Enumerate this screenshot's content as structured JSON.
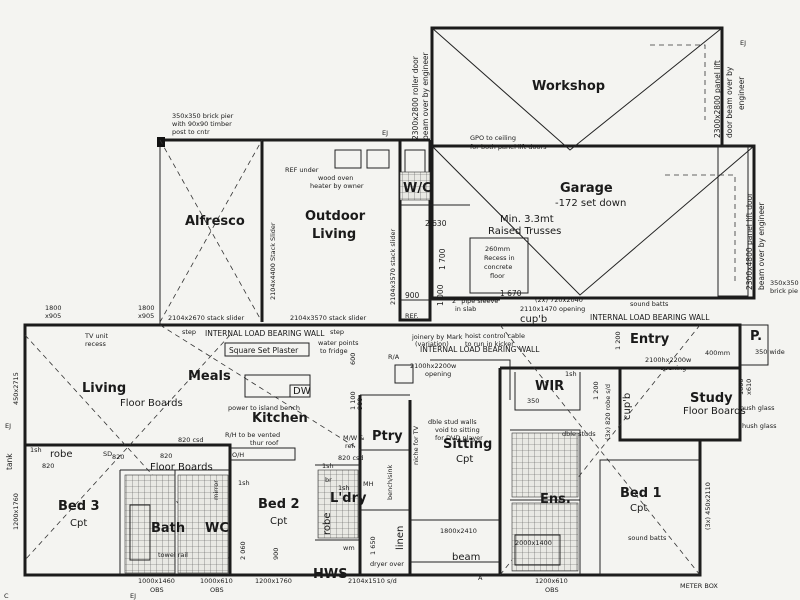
{
  "rooms": {
    "workshop": "Workshop",
    "garage": "Garage",
    "garage_sub": "-172 set down",
    "alfresco": "Alfresco",
    "outdoor_living_1": "Outdoor",
    "outdoor_living_2": "Living",
    "wc_upper": "W/C",
    "living": "Living",
    "living_floor": "Floor Boards",
    "meals": "Meals",
    "kitchen": "Kitchen",
    "entry": "Entry",
    "study": "Study",
    "study_floor": "Floor Boards",
    "p": "P.",
    "wir": "WIR",
    "sitting": "Sitting",
    "sitting_floor": "Cpt",
    "ptry": "Ptry",
    "ldry": "L'dry",
    "bed3": "Bed 3",
    "bed3_floor": "Cpt",
    "bath": "Bath",
    "wc_lower": "WC",
    "bed2": "Bed 2",
    "bed2_floor": "Cpt",
    "bed1": "Bed 1",
    "bed1_floor": "Cpt",
    "ens": "Ens.",
    "hws": "HWS",
    "floor_boards_bed3": "Floor Boards",
    "robe": "robe",
    "robe2": "robe",
    "linen": "linen",
    "beam": "beam",
    "cupb1": "cup'b",
    "cupb2": "cup'b",
    "dw": "DW"
  },
  "annotations": {
    "roller_door_1": "2300x2800 roller door",
    "roller_door_2": "beam over by engineer",
    "gpo_1": "GPO to ceiling",
    "gpo_2": "for both panel lift doors",
    "panel_lift_top_1": "2300x2800 panel lift",
    "panel_lift_top_2": "door beam over by",
    "panel_lift_top_3": "engineer",
    "panel_lift_side_1": "2300x4800 panel lift door",
    "panel_lift_side_2": "beam over by engineer",
    "brick_pier_1": "350x350 brick pier",
    "brick_pier_2": "with 90x90 timber",
    "brick_pier_3": "post to cntr",
    "brick_pier_r1": "350x350",
    "brick_pier_r2": "brick pie",
    "ref_under": "REF under",
    "wood_oven_1": "wood oven",
    "wood_oven_2": "heater by owner",
    "trusses_1": "Min. 3.3mt",
    "trusses_2": "Raised Trusses",
    "recess_1": "260mm",
    "recess_2": "Recess in",
    "recess_3": "concrete",
    "recess_4": "floor",
    "stack_slider_v1": "2104x4400 Stack Slider",
    "stack_slider_v2": "2104x3570 stack slider",
    "stack_slider_h1": "2104x2670 stack slider",
    "stack_slider_h2": "2104x3570 stack slider",
    "dim_2630": "2 630",
    "dim_1700": "1 700",
    "dim_1670": "1 670",
    "dim_900": "900",
    "dim_1000": "1 000",
    "pipe_sleeve_1": "2\" pipe sleeve",
    "pipe_sleeve_2": "in slab",
    "opening_2x": "(2x) 720x2040",
    "opening_2110": "2110x1470 opening",
    "sound_batts_top": "sound batts",
    "sound_batts_bottom": "sound batts",
    "ilbw_1": "INTERNAL LOAD BEARING WALL",
    "ilbw_2": "INTERNAL LOAD BEARING WALL",
    "ilbw_3": "INTERNAL LOAD BEARING WALL",
    "tv_unit_1": "TV unit",
    "tv_unit_2": "recess",
    "square_set": "Square Set Plaster",
    "water_points_1": "water points",
    "water_points_2": "to fridge",
    "joinery_1": "joinery by Mark",
    "joinery_2": "(variation)",
    "hoist_1": "hoist control cable",
    "hoist_2": "to run in kicker",
    "opening_2100_a": "2100hx2200w",
    "opening_2100_a2": "opening",
    "opening_2100_b": "2100hx2200w",
    "opening_2100_b2": "opening",
    "power_island": "power to island bench",
    "rh_vented_1": "R/H to be vented",
    "rh_vented_2": "thur roof",
    "step_1": "step",
    "step_2": "step",
    "ra": "R/A",
    "dble_stud_1": "dble stud walls",
    "dble_stud_2": "dble studs",
    "void_1": "void to sitting",
    "void_2": "for DVD player",
    "niche": "niche for TV",
    "mw_ref": "M/W &",
    "mw_ref2": "ref.",
    "csd_820_1": "820 csd",
    "csd_820_2": "820 csd",
    "d820_a": "820",
    "d820_b": "820",
    "d820_c": "820",
    "robe_820": "(3x) 820 robe s/d",
    "d1800_tl": "1800",
    "d905_tl": "x905",
    "d1800_tr": "1800",
    "d905_tr": "x905",
    "d1200x1760_left": "1200x1760",
    "d450x2715": "450x2715",
    "tank": "tank",
    "d1000x1460": "1000x1460",
    "d1000x610": "1000x610",
    "d1200x1760_bot": "1200x1760",
    "d2104x1510": "2104x1510 s/d",
    "d1200x610": "1200x610",
    "obs_1": "OBS",
    "obs_2": "OBS",
    "obs_3": "OBS",
    "d1800x2410": "1800x2410",
    "d2060": "2 060",
    "d900": "900",
    "d1650": "1 650",
    "d1100": "1 100",
    "d900b": "900",
    "d600": "600",
    "d1200": "1 200",
    "d1200b": "1 200",
    "d1800_r": "1800",
    "dx610_r": "x610",
    "hush_1": "hush glass",
    "hush_2": "hush glass",
    "d3x450": "(3x) 450x2110",
    "d350wide": "350 wide",
    "d400mm": "400mm",
    "d1sh_a": "1sh",
    "d1sh_b": "1sh",
    "d1sh_c": "1sh",
    "d1sh_d": "1sh",
    "d1sh_e": "1sh",
    "meter_box": "METER BOX",
    "ej": "EJ",
    "c": "C",
    "a": "A",
    "mh": "MH",
    "d350": "350",
    "d2000x1400": "2000x1400",
    "towel_rail": "towel rail",
    "mirror": "mirror",
    "sd": "SD",
    "oh": "O/H",
    "fridge": "REF.",
    "br": "br",
    "wm": "wm",
    "dryer": "dryer over",
    "bench": "bench/sink"
  }
}
